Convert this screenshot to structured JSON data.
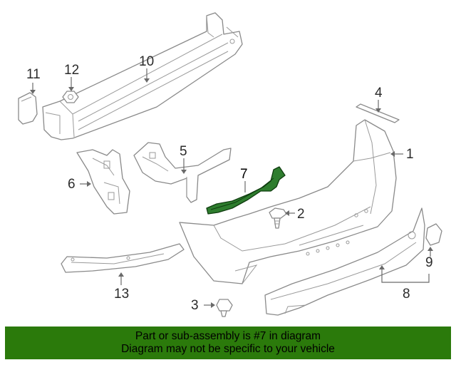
{
  "diagram": {
    "callouts": [
      {
        "id": "11",
        "label": "11"
      },
      {
        "id": "12",
        "label": "12"
      },
      {
        "id": "10",
        "label": "10"
      },
      {
        "id": "4",
        "label": "4"
      },
      {
        "id": "1",
        "label": "1"
      },
      {
        "id": "5",
        "label": "5"
      },
      {
        "id": "6",
        "label": "6"
      },
      {
        "id": "7",
        "label": "7"
      },
      {
        "id": "2",
        "label": "2"
      },
      {
        "id": "9",
        "label": "9"
      },
      {
        "id": "8",
        "label": "8"
      },
      {
        "id": "13",
        "label": "13"
      },
      {
        "id": "3",
        "label": "3"
      }
    ],
    "highlighted_part": "7"
  },
  "banner": {
    "line1": "Part or sub-assembly is #7 in diagram",
    "line2": "Diagram may not be specific to your vehicle",
    "background_color": "#2b7a0b",
    "highlight_color": "#2e7d2e"
  }
}
